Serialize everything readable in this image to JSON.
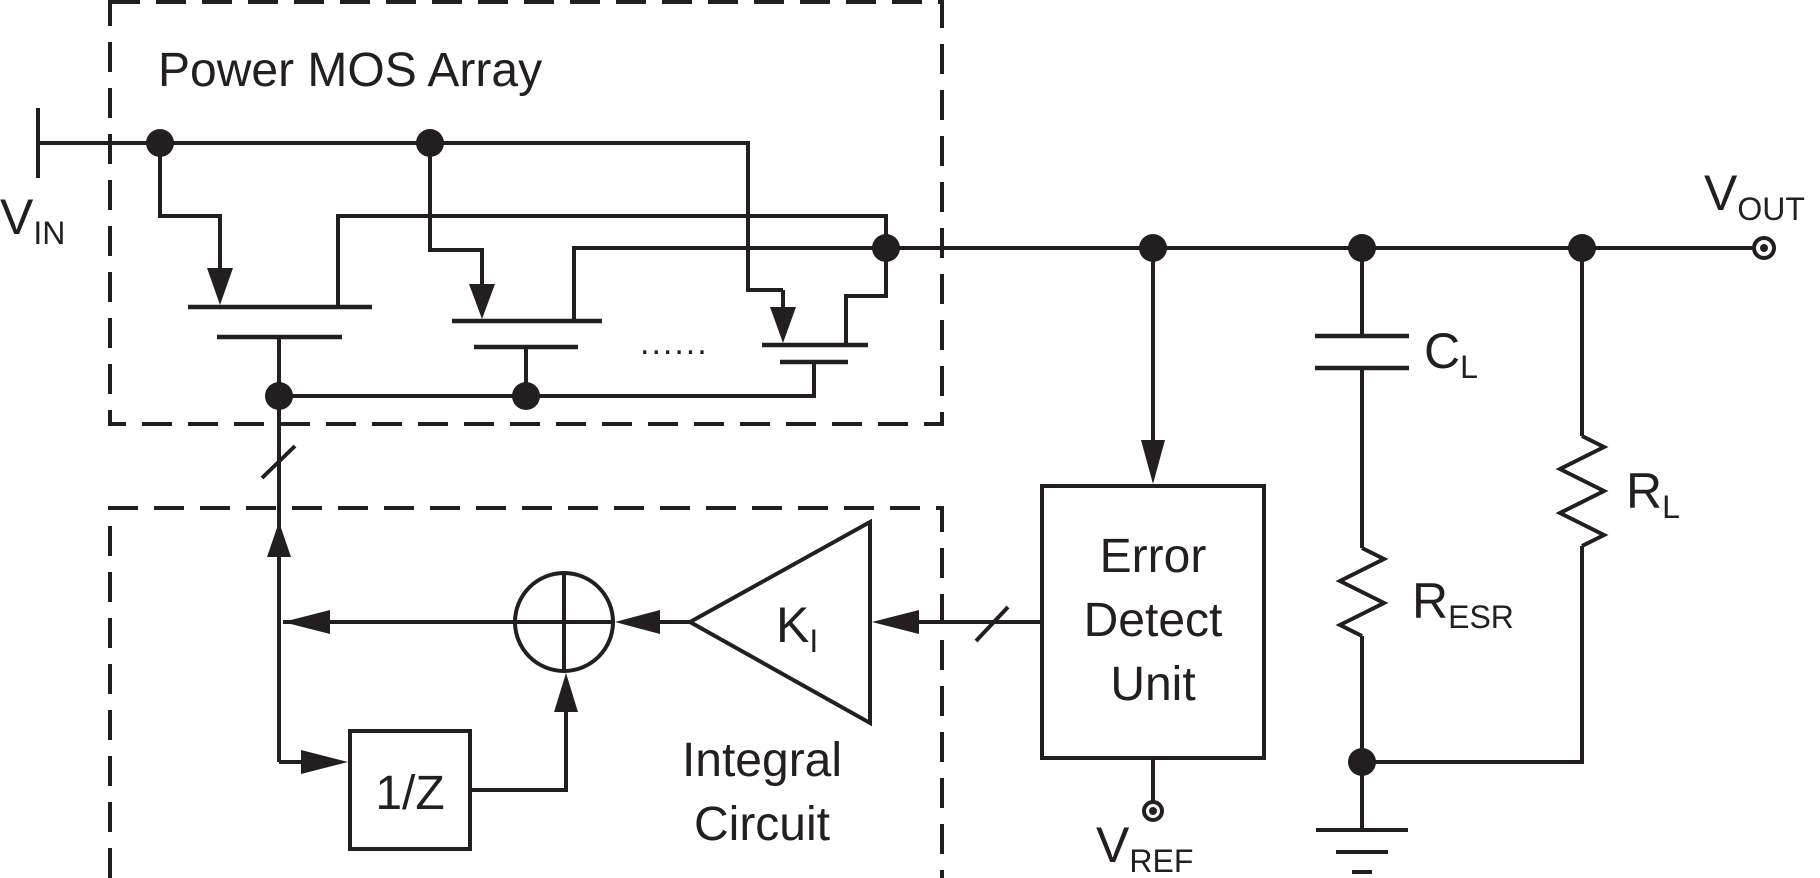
{
  "diagram": {
    "power_mos_label": "Power MOS Array",
    "integral_label_line1": "Integral",
    "integral_label_line2": "Circuit",
    "vin": {
      "main": "V",
      "sub": "IN"
    },
    "vout": {
      "main": "V",
      "sub": "OUT"
    },
    "vref": {
      "main": "V",
      "sub": "REF"
    },
    "cl": {
      "main": "C",
      "sub": "L"
    },
    "rl": {
      "main": "R",
      "sub": "L"
    },
    "resr": {
      "main": "R",
      "sub": "ESR"
    },
    "ki": {
      "main": "K",
      "sub": "I"
    },
    "unit_delay": "1/Z",
    "error_unit_line1": "Error",
    "error_unit_line2": "Detect",
    "error_unit_line3": "Unit",
    "ellipsis": "......"
  },
  "colors": {
    "ink": "#231f20",
    "background": "#ffffff"
  }
}
